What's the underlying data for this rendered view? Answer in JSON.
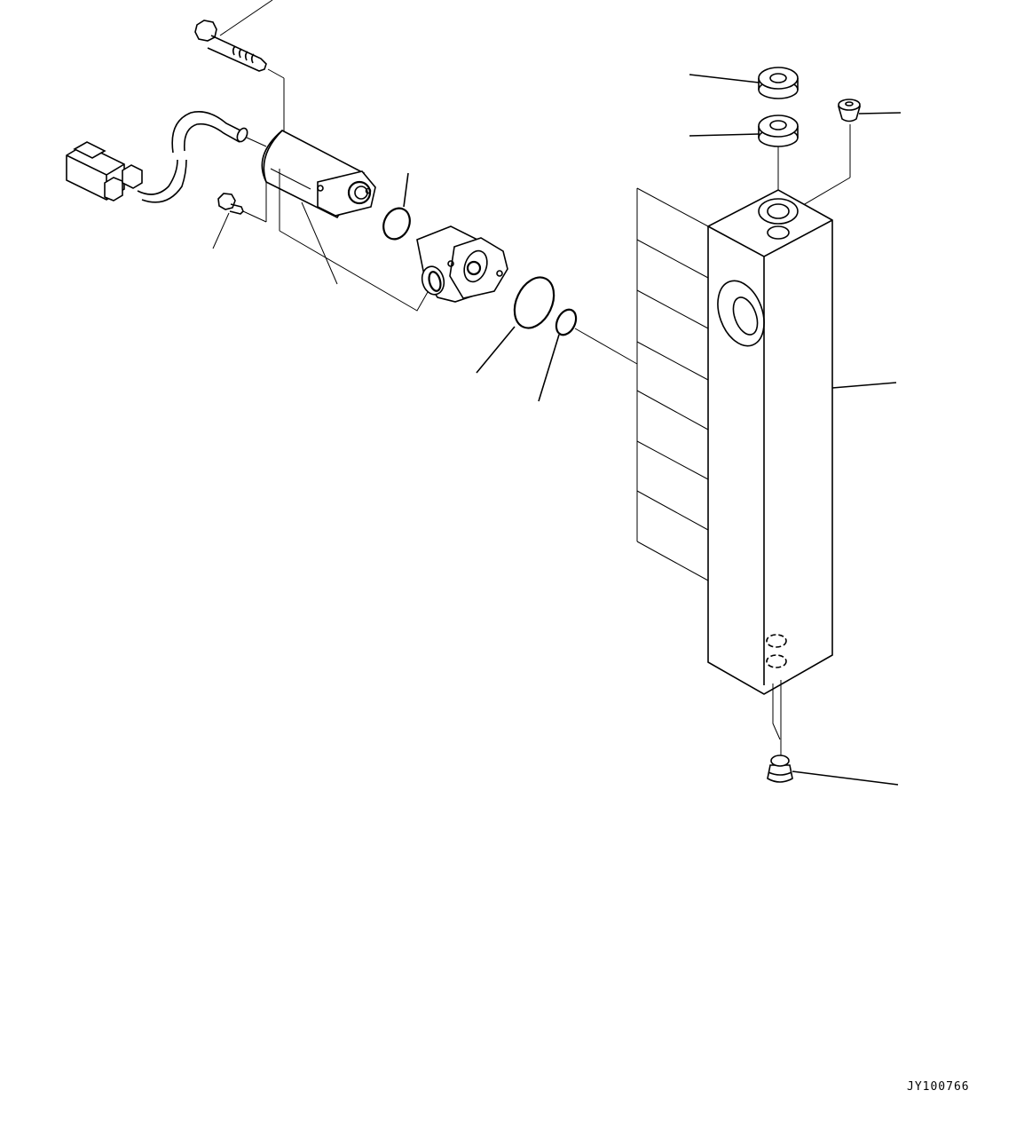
{
  "diagram": {
    "type": "exploded-parts-view",
    "drawing_id": "JY100766",
    "parts": [
      {
        "id": "bolt",
        "icon": "hex-socket-bolt-icon"
      },
      {
        "id": "connector-wire",
        "icon": "electrical-connector-icon"
      },
      {
        "id": "solenoid-valve",
        "icon": "solenoid-icon"
      },
      {
        "id": "small-bolt",
        "icon": "bolt-icon"
      },
      {
        "id": "o-ring-1",
        "icon": "o-ring-icon"
      },
      {
        "id": "valve-body",
        "icon": "valve-body-icon"
      },
      {
        "id": "o-ring-2",
        "icon": "o-ring-icon"
      },
      {
        "id": "o-ring-3",
        "icon": "o-ring-icon"
      },
      {
        "id": "washer-1",
        "icon": "washer-icon"
      },
      {
        "id": "washer-2",
        "icon": "washer-icon"
      },
      {
        "id": "plug-top",
        "icon": "plug-icon"
      },
      {
        "id": "manifold-block",
        "icon": "manifold-block-icon"
      },
      {
        "id": "plug-bottom",
        "icon": "plug-icon"
      }
    ]
  }
}
